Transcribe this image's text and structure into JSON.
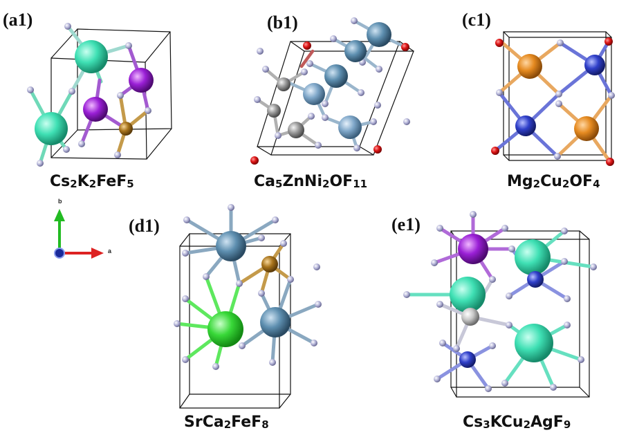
{
  "panels": [
    {
      "id": "a1",
      "label": "(a1)",
      "formula": [
        [
          "Cs",
          ""
        ],
        [
          "2",
          "s"
        ],
        [
          "K",
          ""
        ],
        [
          "2",
          "s"
        ],
        [
          "FeF",
          ""
        ],
        [
          "5",
          "s"
        ]
      ]
    },
    {
      "id": "b1",
      "label": "(b1)",
      "formula": [
        [
          "Ca",
          ""
        ],
        [
          "5",
          "s"
        ],
        [
          "ZnNi",
          ""
        ],
        [
          "2",
          "s"
        ],
        [
          "OF",
          ""
        ],
        [
          "11",
          "s"
        ]
      ]
    },
    {
      "id": "c1",
      "label": "(c1)",
      "formula": [
        [
          "Mg",
          ""
        ],
        [
          "2",
          "s"
        ],
        [
          "Cu",
          ""
        ],
        [
          "2",
          "s"
        ],
        [
          "OF",
          ""
        ],
        [
          "4",
          "s"
        ]
      ]
    },
    {
      "id": "d1",
      "label": "(d1)",
      "formula": [
        [
          "SrCa",
          ""
        ],
        [
          "2",
          "s"
        ],
        [
          "FeF",
          ""
        ],
        [
          "8",
          "s"
        ]
      ]
    },
    {
      "id": "e1",
      "label": "(e1)",
      "formula": [
        [
          "Cs",
          ""
        ],
        [
          "3",
          "s"
        ],
        [
          "KCu",
          ""
        ],
        [
          "2",
          "s"
        ],
        [
          "AgF",
          ""
        ],
        [
          "9",
          "s"
        ]
      ]
    }
  ],
  "axes": {
    "b": "b",
    "a": "a"
  },
  "colors": {
    "cs": "#3fe0b4",
    "k": "#9a1fd6",
    "fe": "#a8741c",
    "f": "#b4b4d8",
    "ca": "#5e8fb0",
    "zn": "#9a9a9a",
    "ni": "#7fa7c9",
    "o": "#dd1515",
    "mg": "#e58a20",
    "cu": "#2f3fc9",
    "sr": "#38d838",
    "ag": "#c8c8c8",
    "axis_b": "#22bb22",
    "axis_a": "#dd2222",
    "axis_c": "#1a2a9a"
  }
}
